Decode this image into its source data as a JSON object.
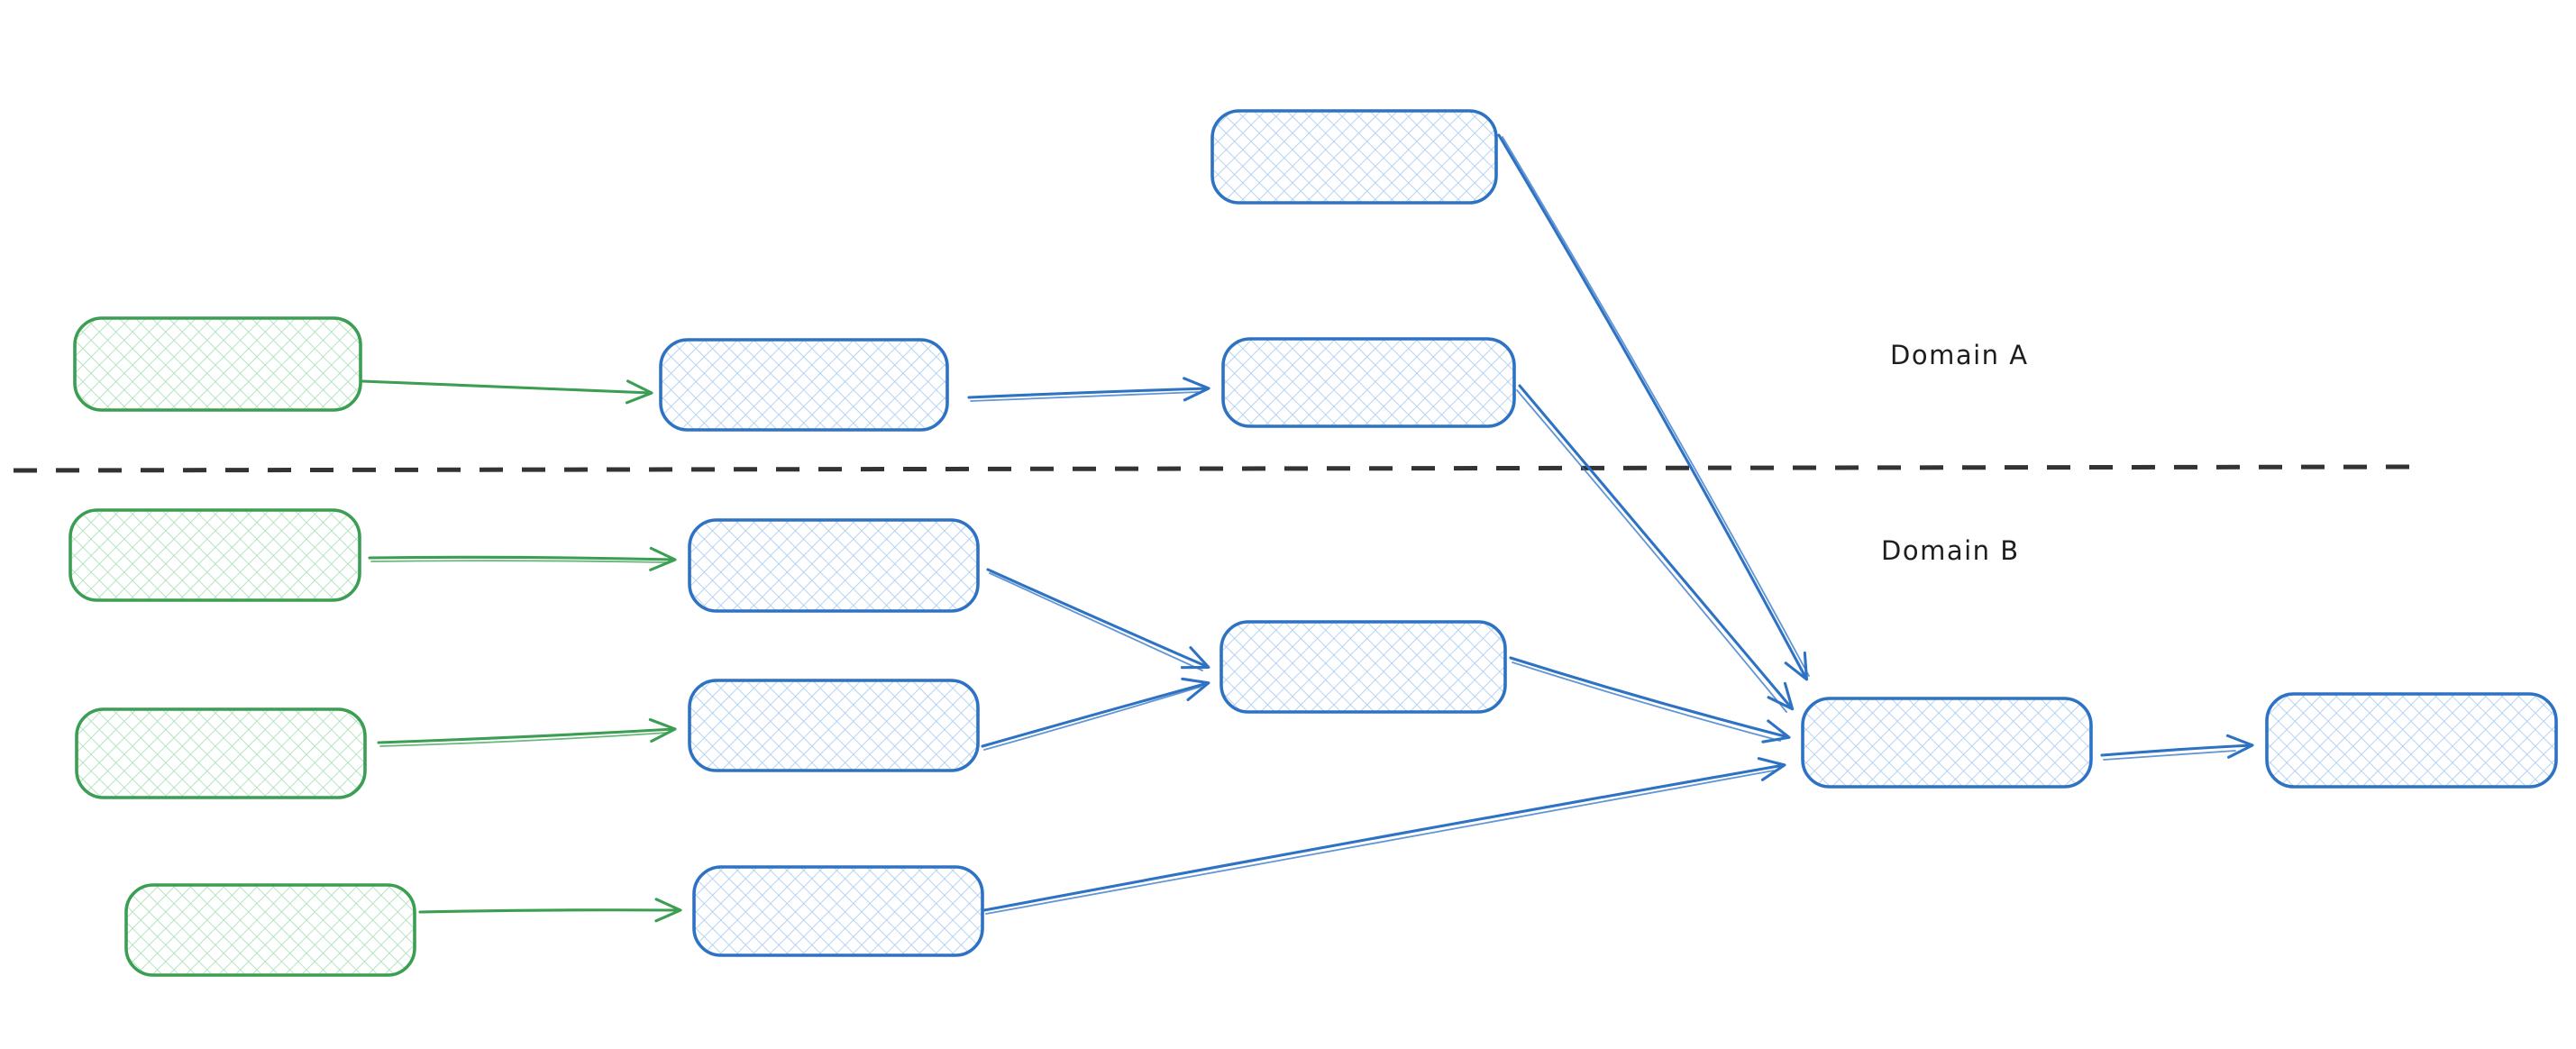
{
  "app": {
    "type": "whiteboard-diagram",
    "description": "Hand-drawn style flow diagram of two domains with pipelines merging into a shared output chain"
  },
  "labels": {
    "domain_a": "Domain A",
    "domain_b": "Domain B"
  },
  "theme": {
    "canvas_bg": "#ffffff",
    "blue_stroke": "#2e72c4",
    "blue_hatch": "#a8cdf0",
    "green_stroke": "#3b9e53",
    "green_hatch": "#aadfb6",
    "divider_color": "#333333",
    "label_color": "#1e1e1e"
  },
  "diagram": {
    "divider": {
      "style": "dashed",
      "orientation": "horizontal",
      "separates": [
        "Domain A",
        "Domain B"
      ]
    },
    "nodes": [
      {
        "id": "domain-a-top-blue",
        "color": "blue",
        "domain": "A",
        "label": ""
      },
      {
        "id": "domain-a-input-green",
        "color": "green",
        "domain": "A",
        "label": ""
      },
      {
        "id": "domain-a-stage1-blue",
        "color": "blue",
        "domain": "A",
        "label": ""
      },
      {
        "id": "domain-a-stage2-blue",
        "color": "blue",
        "domain": "A",
        "label": ""
      },
      {
        "id": "domain-b-input1-green",
        "color": "green",
        "domain": "B",
        "label": ""
      },
      {
        "id": "domain-b-stage1-blue",
        "color": "blue",
        "domain": "B",
        "label": ""
      },
      {
        "id": "domain-b-input2-green",
        "color": "green",
        "domain": "B",
        "label": ""
      },
      {
        "id": "domain-b-stage2-blue",
        "color": "blue",
        "domain": "B",
        "label": ""
      },
      {
        "id": "domain-b-input3-green",
        "color": "green",
        "domain": "B",
        "label": ""
      },
      {
        "id": "domain-b-stage3-blue",
        "color": "blue",
        "domain": "B",
        "label": ""
      },
      {
        "id": "domain-b-merge-blue",
        "color": "blue",
        "domain": "B",
        "label": ""
      },
      {
        "id": "cross-domain-merge-blue",
        "color": "blue",
        "domain": "B",
        "label": ""
      },
      {
        "id": "final-output-blue",
        "color": "blue",
        "domain": "B",
        "label": ""
      }
    ],
    "edges": [
      {
        "from": "domain-a-input-green",
        "to": "domain-a-stage1-blue",
        "color": "green"
      },
      {
        "from": "domain-a-stage1-blue",
        "to": "domain-a-stage2-blue",
        "color": "blue"
      },
      {
        "from": "domain-a-top-blue",
        "to": "cross-domain-merge-blue",
        "color": "blue"
      },
      {
        "from": "domain-a-stage2-blue",
        "to": "cross-domain-merge-blue",
        "color": "blue"
      },
      {
        "from": "domain-b-input1-green",
        "to": "domain-b-stage1-blue",
        "color": "green"
      },
      {
        "from": "domain-b-input2-green",
        "to": "domain-b-stage2-blue",
        "color": "green"
      },
      {
        "from": "domain-b-input3-green",
        "to": "domain-b-stage3-blue",
        "color": "green"
      },
      {
        "from": "domain-b-stage1-blue",
        "to": "domain-b-merge-blue",
        "color": "blue"
      },
      {
        "from": "domain-b-stage2-blue",
        "to": "domain-b-merge-blue",
        "color": "blue"
      },
      {
        "from": "domain-b-merge-blue",
        "to": "cross-domain-merge-blue",
        "color": "blue"
      },
      {
        "from": "domain-b-stage3-blue",
        "to": "cross-domain-merge-blue",
        "color": "blue"
      },
      {
        "from": "cross-domain-merge-blue",
        "to": "final-output-blue",
        "color": "blue"
      }
    ]
  }
}
